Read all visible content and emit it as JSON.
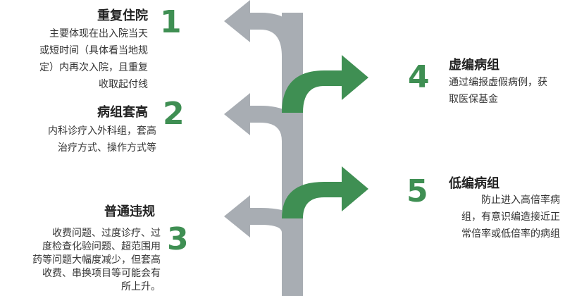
{
  "items": [
    {
      "number": "1",
      "title": "重复住院",
      "lines": [
        "主要体现在出入院当天",
        "或短时间（具体看当地规",
        "定）内再次入院，且重复",
        "收取起付线"
      ]
    },
    {
      "number": "2",
      "title": "病组套高",
      "lines": [
        "内科诊疗入外科组，套高",
        "治疗方式、操作方式等"
      ]
    },
    {
      "number": "3",
      "title": "普通违规",
      "lines": [
        "收费问题、过度诊疗、过",
        "度检查化验问题、超范围用",
        "药等问题大幅度减少，但套高",
        "收费、串换项目等可能会有",
        "所上升。"
      ]
    },
    {
      "number": "4",
      "title": "虚编病组",
      "lines": [
        "通过编报虚假病例，获",
        "取医保基金"
      ]
    },
    {
      "number": "5",
      "title": "低编病组",
      "lines": [
        "防止进入高倍率病",
        "组，有意识编造接近正",
        "常倍率或低倍率的病组"
      ]
    }
  ],
  "colors": {
    "trunk": "#a8adb3",
    "green_arrow": "#3f8f53",
    "number": "#3f8f53"
  }
}
